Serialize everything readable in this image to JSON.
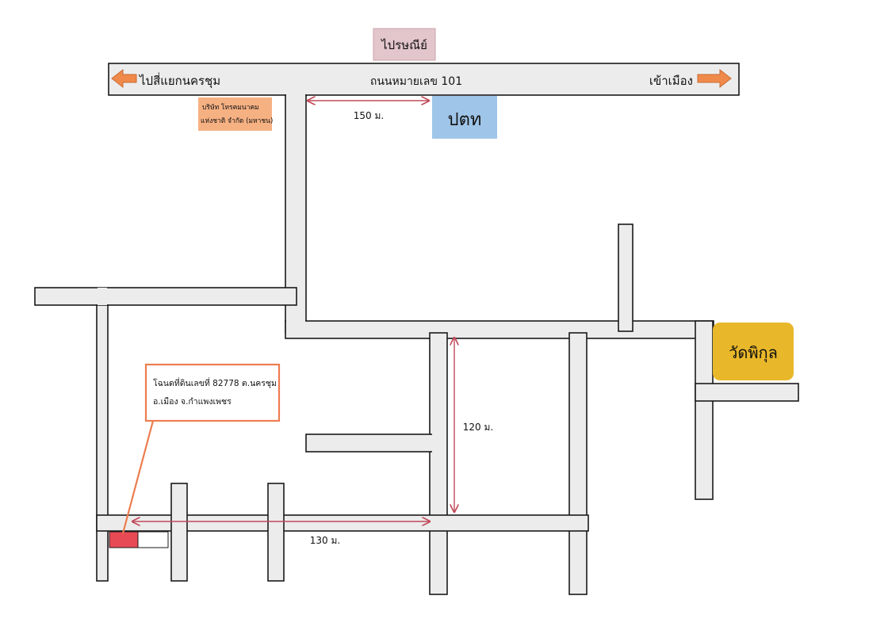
{
  "road_main": "ถนนหมายเลข 101",
  "direction_left": "ไปสี่แยกนครชุม",
  "direction_right": "เข้าเมือง",
  "post_office": "ไปรษณีย์",
  "telecom_office_line1": "บริษัท โทรคมนาคม",
  "telecom_office_line2": "แห่งชาติ จำกัด (มหาชน)",
  "ptt_office": "ปตท",
  "temple": "วัดพิกุล",
  "deed_label_line1": "โฉนดที่ดินเลขที่ 82778 ต.นครชุม",
  "deed_label_line2": "อ.เมือง จ.กำแพงเพชร",
  "distance_150": "150 ม.",
  "distance_120": "120 ม.",
  "distance_130": "130 ม.",
  "colors": {
    "arrow": "#f08a4b",
    "post_office_bg": "#e3c5cc",
    "telecom_bg": "#f6b183",
    "ptt_bg": "#9fc5e8",
    "temple_bg": "#e9b82a",
    "deed_border": "#ed7d4f",
    "plot_red": "#e84a55",
    "measure_line": "#c14a5a"
  }
}
